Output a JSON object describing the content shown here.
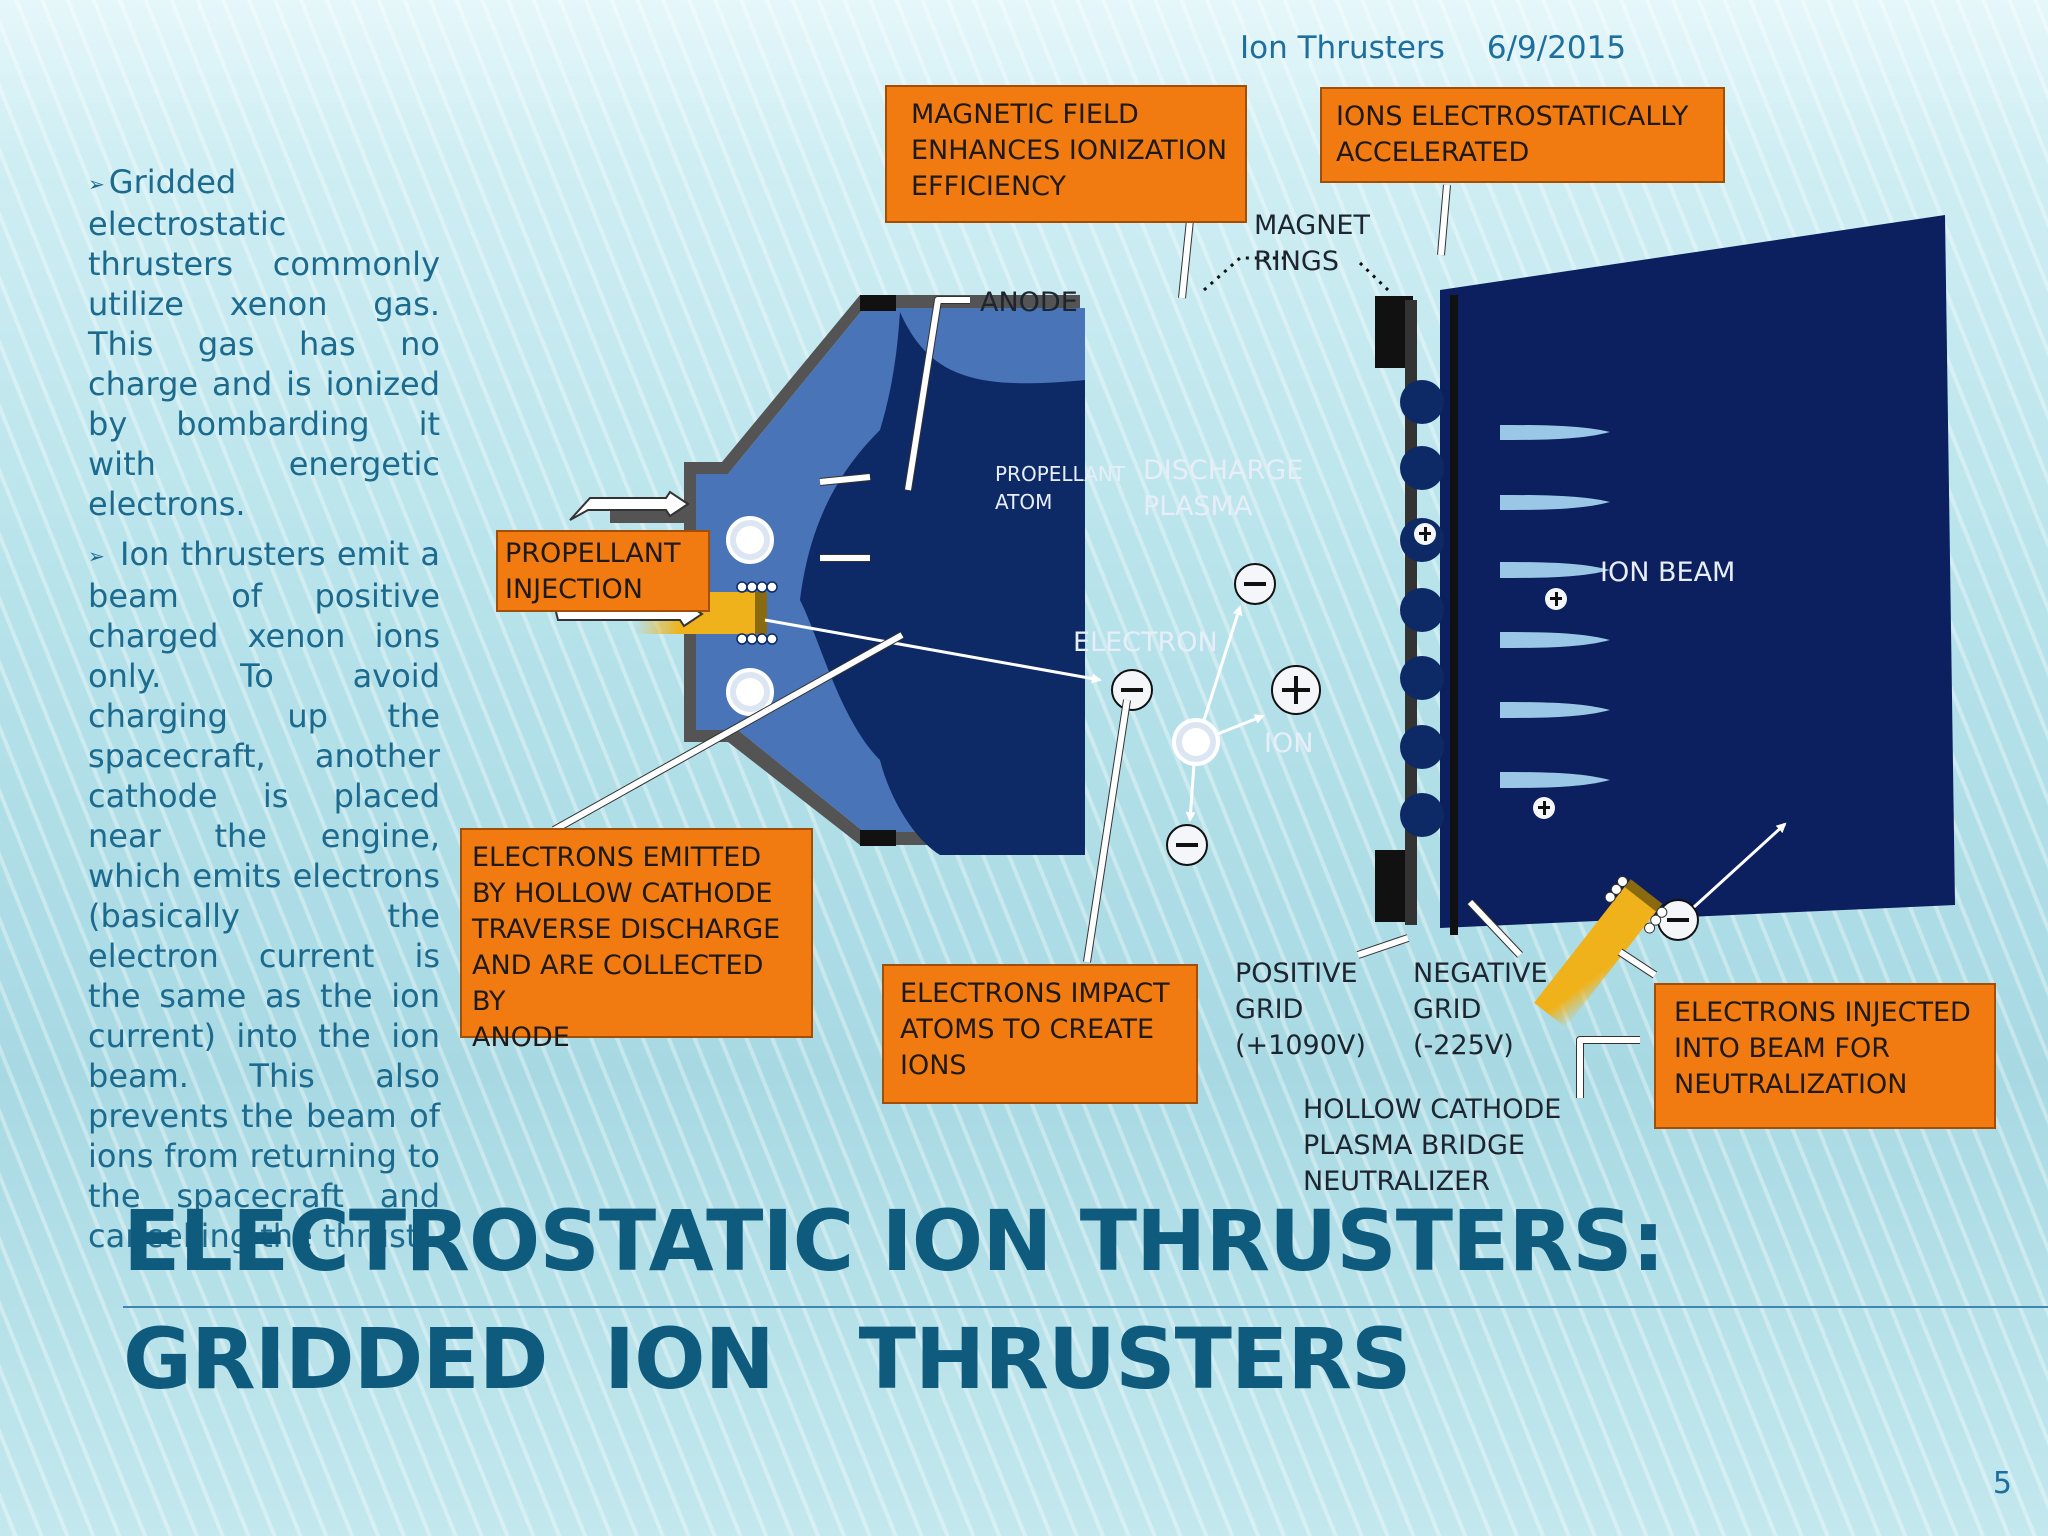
{
  "header": {
    "presentation": "Ion Thrusters",
    "date": "6/9/2015"
  },
  "bullets": [
    "Gridded electrostatic thrusters commonly utilize xenon gas. This gas has no charge and is ionized by bombarding it with energetic electrons.",
    " Ion thrusters emit a beam of positive charged xenon ions only. To avoid charging up the spacecraft, another cathode is placed near the engine, which emits electrons (basically the electron current is the same as the ion current) into the ion beam. This also prevents the beam of ions from returning to the spacecraft and cancelling the thrust."
  ],
  "title": {
    "line1": "ELECTROSTATIC ION THRUSTERS:",
    "line2": "GRIDDED  ION   THRUSTERS"
  },
  "page_number": "5",
  "diagram": {
    "callouts": {
      "magnetic_field": [
        "MAGNETIC FIELD",
        "ENHANCES IONIZATION",
        "EFFICIENCY"
      ],
      "ions_accelerated": [
        "IONS ELECTROSTATICALLY",
        "ACCELERATED"
      ],
      "propellant_injection": [
        "PROPELLANT",
        "INJECTION"
      ],
      "electrons_emitted": [
        "ELECTRONS EMITTED",
        "BY HOLLOW CATHODE",
        "TRAVERSE DISCHARGE",
        "AND ARE COLLECTED BY",
        "ANODE"
      ],
      "electrons_impact": [
        "ELECTRONS IMPACT",
        "ATOMS TO CREATE",
        "IONS"
      ],
      "electrons_injected": [
        "ELECTRONS INJECTED",
        "INTO BEAM FOR",
        "NEUTRALIZATION"
      ]
    },
    "labels": {
      "magnet_rings": [
        "MAGNET",
        "RINGS"
      ],
      "anode": "ANODE",
      "propellant_atom": [
        "PROPELLANT",
        "ATOM"
      ],
      "discharge_plasma": [
        "DISCHARGE",
        "PLASMA"
      ],
      "electron": "ELECTRON",
      "ion": "ION",
      "ion_beam": "ION BEAM",
      "positive_grid": [
        "POSITIVE",
        "GRID",
        "(+1090V)"
      ],
      "negative_grid": [
        "NEGATIVE",
        "GRID",
        "(-225V)"
      ],
      "hollow_cathode": [
        "HOLLOW CATHODE",
        "PLASMA BRIDGE",
        "NEUTRALIZER"
      ]
    },
    "colors": {
      "orange": "#f27b11",
      "plasma_dark": "#0d2a66",
      "plasma_light": "#4a74b8",
      "beam": "#0c1f5e",
      "housing": "#545454",
      "cathode": "#f0b21a"
    }
  }
}
